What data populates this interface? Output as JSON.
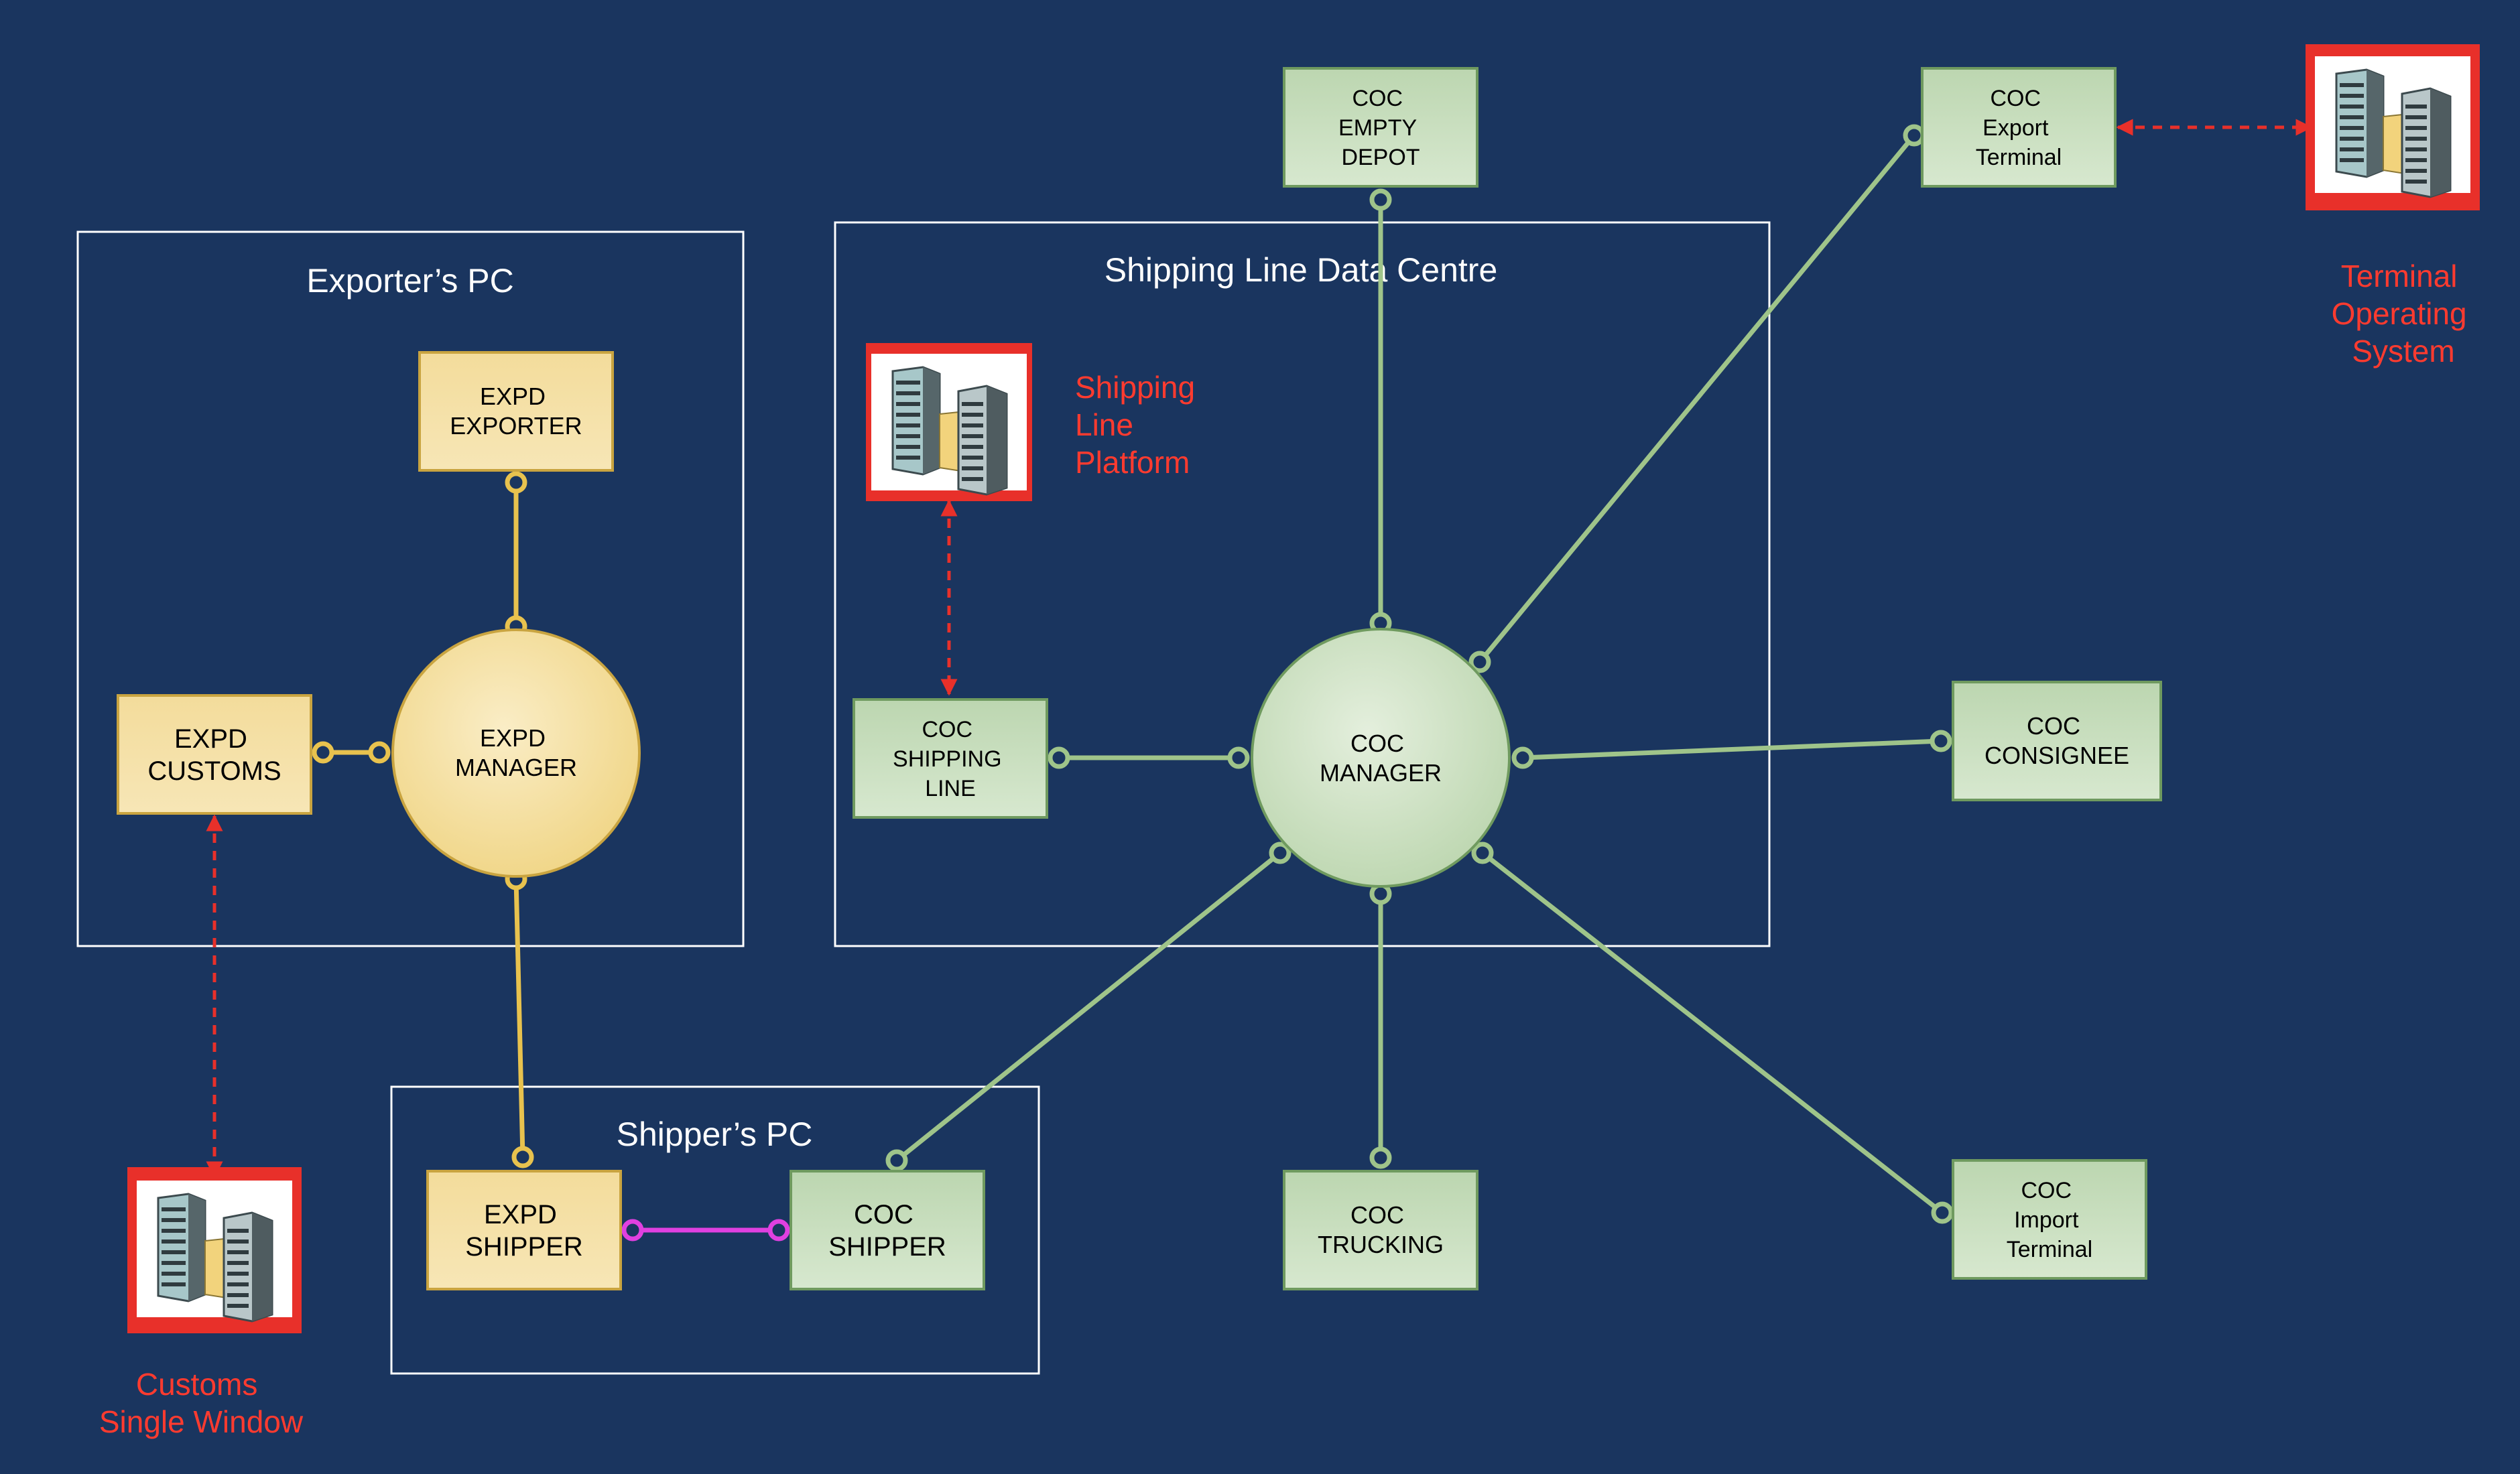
{
  "groups": {
    "exporter_pc": "Exporter’s PC",
    "shipping_line_dc": "Shipping Line Data Centre",
    "shipper_pc": "Shipper’s PC"
  },
  "nodes": {
    "expd_exporter": [
      "EXPD",
      "EXPORTER"
    ],
    "expd_manager": [
      "EXPD",
      "MANAGER"
    ],
    "expd_customs": [
      "EXPD",
      "CUSTOMS"
    ],
    "expd_shipper": [
      "EXPD",
      "SHIPPER"
    ],
    "coc_shipper": [
      "COC",
      "SHIPPER"
    ],
    "coc_shipping_line": [
      "COC",
      "SHIPPING",
      "LINE"
    ],
    "coc_manager": [
      "COC",
      "MANAGER"
    ],
    "coc_empty_depot": [
      "COC",
      "EMPTY",
      "DEPOT"
    ],
    "coc_export_terminal": [
      "COC",
      "Export",
      "Terminal"
    ],
    "coc_consignee": [
      "COC",
      "CONSIGNEE"
    ],
    "coc_trucking": [
      "COC",
      "TRUCKING"
    ],
    "coc_import_terminal": [
      "COC",
      "Import",
      "Terminal"
    ]
  },
  "systems": {
    "shipping_line_platform": [
      "Shipping",
      "Line",
      "Platform"
    ],
    "terminal_operating_system": [
      "Terminal",
      "Operating",
      "System"
    ],
    "customs_single_window": [
      "Customs",
      "Single Window"
    ]
  },
  "colors": {
    "background": "#1a355f",
    "expd_fill": "#f6d98a",
    "expd_link": "#e8c24e",
    "coc_fill": "#c9dfbf",
    "coc_link": "#9fc48a",
    "shipper_link": "#e040e0",
    "system_frame": "#e8302a"
  }
}
